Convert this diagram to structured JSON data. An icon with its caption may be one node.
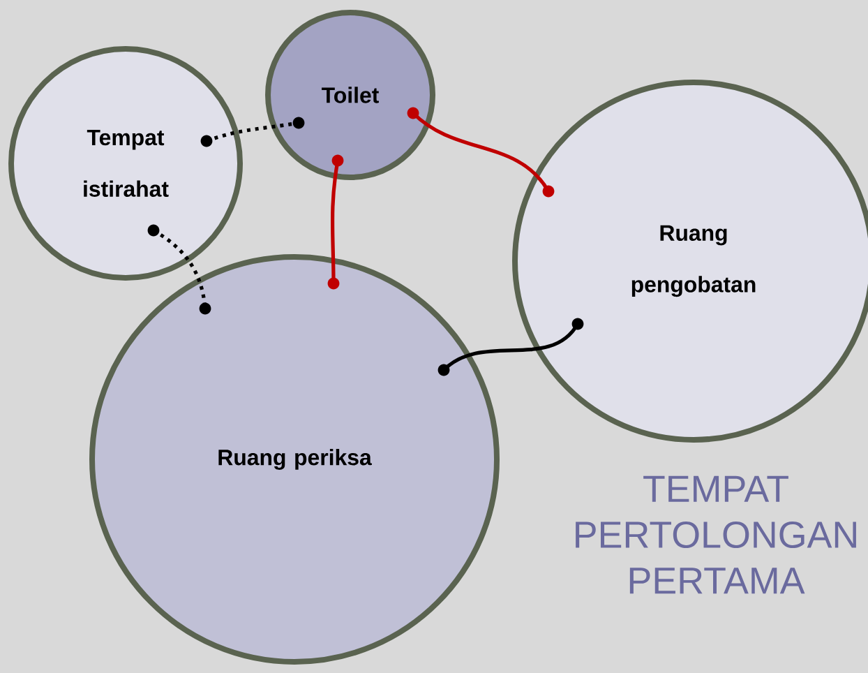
{
  "diagram": {
    "title": "TEMPAT PERTOLONGAN PERTAMA",
    "nodes": [
      {
        "text": [
          "Tempat istirahat"
        ]
      },
      {
        "text": [
          "Toilet"
        ]
      },
      {
        "text": [
          "Ruang pengobatan"
        ]
      },
      {
        "text": [
          "Ruang periksa"
        ]
      }
    ],
    "edges": [
      {
        "from": 0,
        "to": 1,
        "arrow": "other",
        "style": "dashed"
      },
      {
        "from": 0,
        "to": 3,
        "arrow": "other",
        "style": "dashed"
      },
      {
        "from": 1,
        "to": 3,
        "arrow": "other",
        "color": "#c00000"
      },
      {
        "from": 1,
        "to": 2,
        "arrow": "other",
        "color": "#c00000"
      },
      {
        "from": 3,
        "to": 2,
        "arrow": "other"
      }
    ]
  }
}
